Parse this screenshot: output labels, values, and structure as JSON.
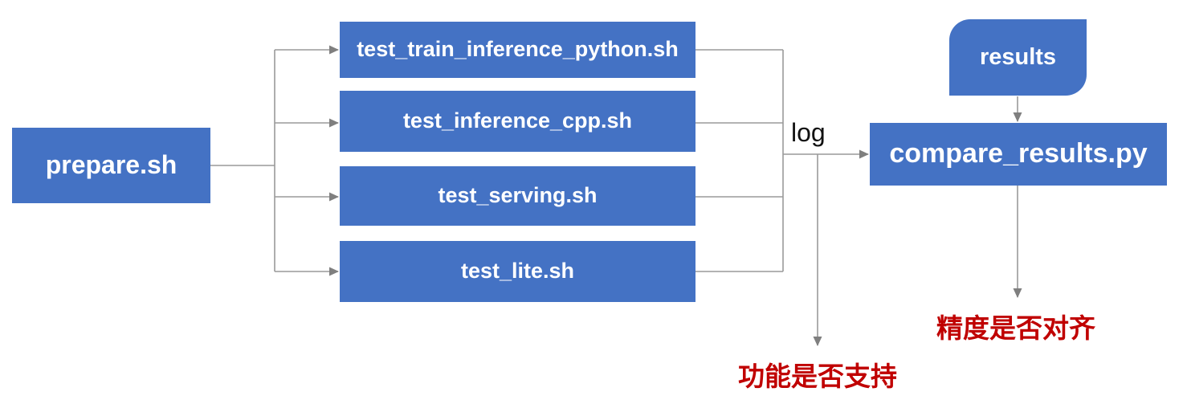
{
  "diagram": {
    "title": "test pipeline flowchart",
    "nodes": {
      "prepare": {
        "label": "prepare.sh",
        "shape": "rectangle"
      },
      "tests": [
        {
          "label": "test_train_inference_python.sh",
          "shape": "rectangle"
        },
        {
          "label": "test_inference_cpp.sh",
          "shape": "rectangle"
        },
        {
          "label": "test_serving.sh",
          "shape": "rectangle"
        },
        {
          "label": "test_lite.sh",
          "shape": "rectangle"
        }
      ],
      "results": {
        "label": "results",
        "shape": "rounded-diagonal-corners-rectangle"
      },
      "compare": {
        "label": "compare_results.py",
        "shape": "rectangle"
      }
    },
    "edge_labels": {
      "log": "log"
    },
    "annotations": {
      "feature_check": "功能是否支持",
      "accuracy_check": "精度是否对齐"
    },
    "colors": {
      "node_fill": "#4472C4",
      "node_text": "#ffffff",
      "connector_line": "#9a9a9a",
      "arrowhead": "#7f7f7f",
      "annotation_red": "#C00000",
      "edge_label_black": "#111111",
      "background": "#ffffff"
    }
  }
}
